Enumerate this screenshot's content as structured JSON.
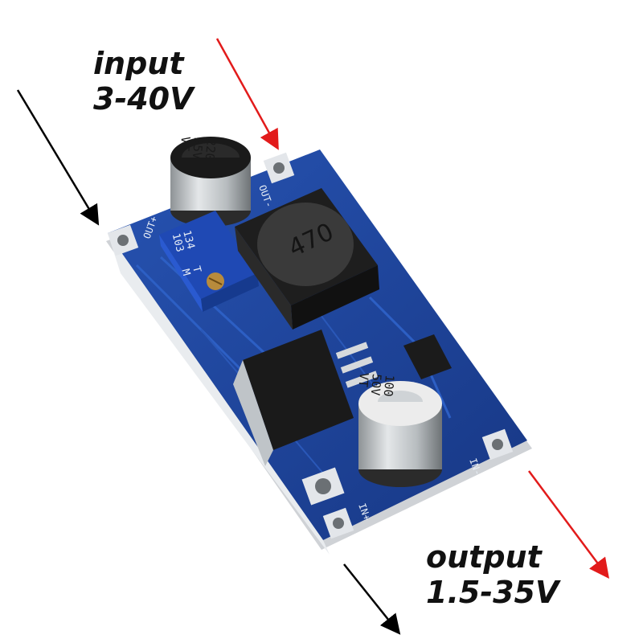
{
  "annotations": {
    "input": {
      "title": "input",
      "range": "3-40V",
      "arrow_color": "#000000"
    },
    "output": {
      "title": "output",
      "range": "1.5-35V",
      "arrow_color": "#000000"
    },
    "red_arrow_color": "#e21b1b"
  },
  "board": {
    "pcb_color": "#1c3f8f",
    "pads": {
      "out_plus": "OUT+",
      "out_minus": "OUT-",
      "in_plus": "IN+",
      "in_minus": "IN-"
    },
    "inductor_marking": "470",
    "cap_large": {
      "line1": "220",
      "line2": "35V",
      "line3": "VT"
    },
    "cap_small": {
      "line1": "100",
      "line2": "50V",
      "line3": "VT"
    },
    "trimmer_marking": {
      "line1": "134",
      "line2": "103",
      "line3": "T",
      "line4": "M"
    }
  }
}
